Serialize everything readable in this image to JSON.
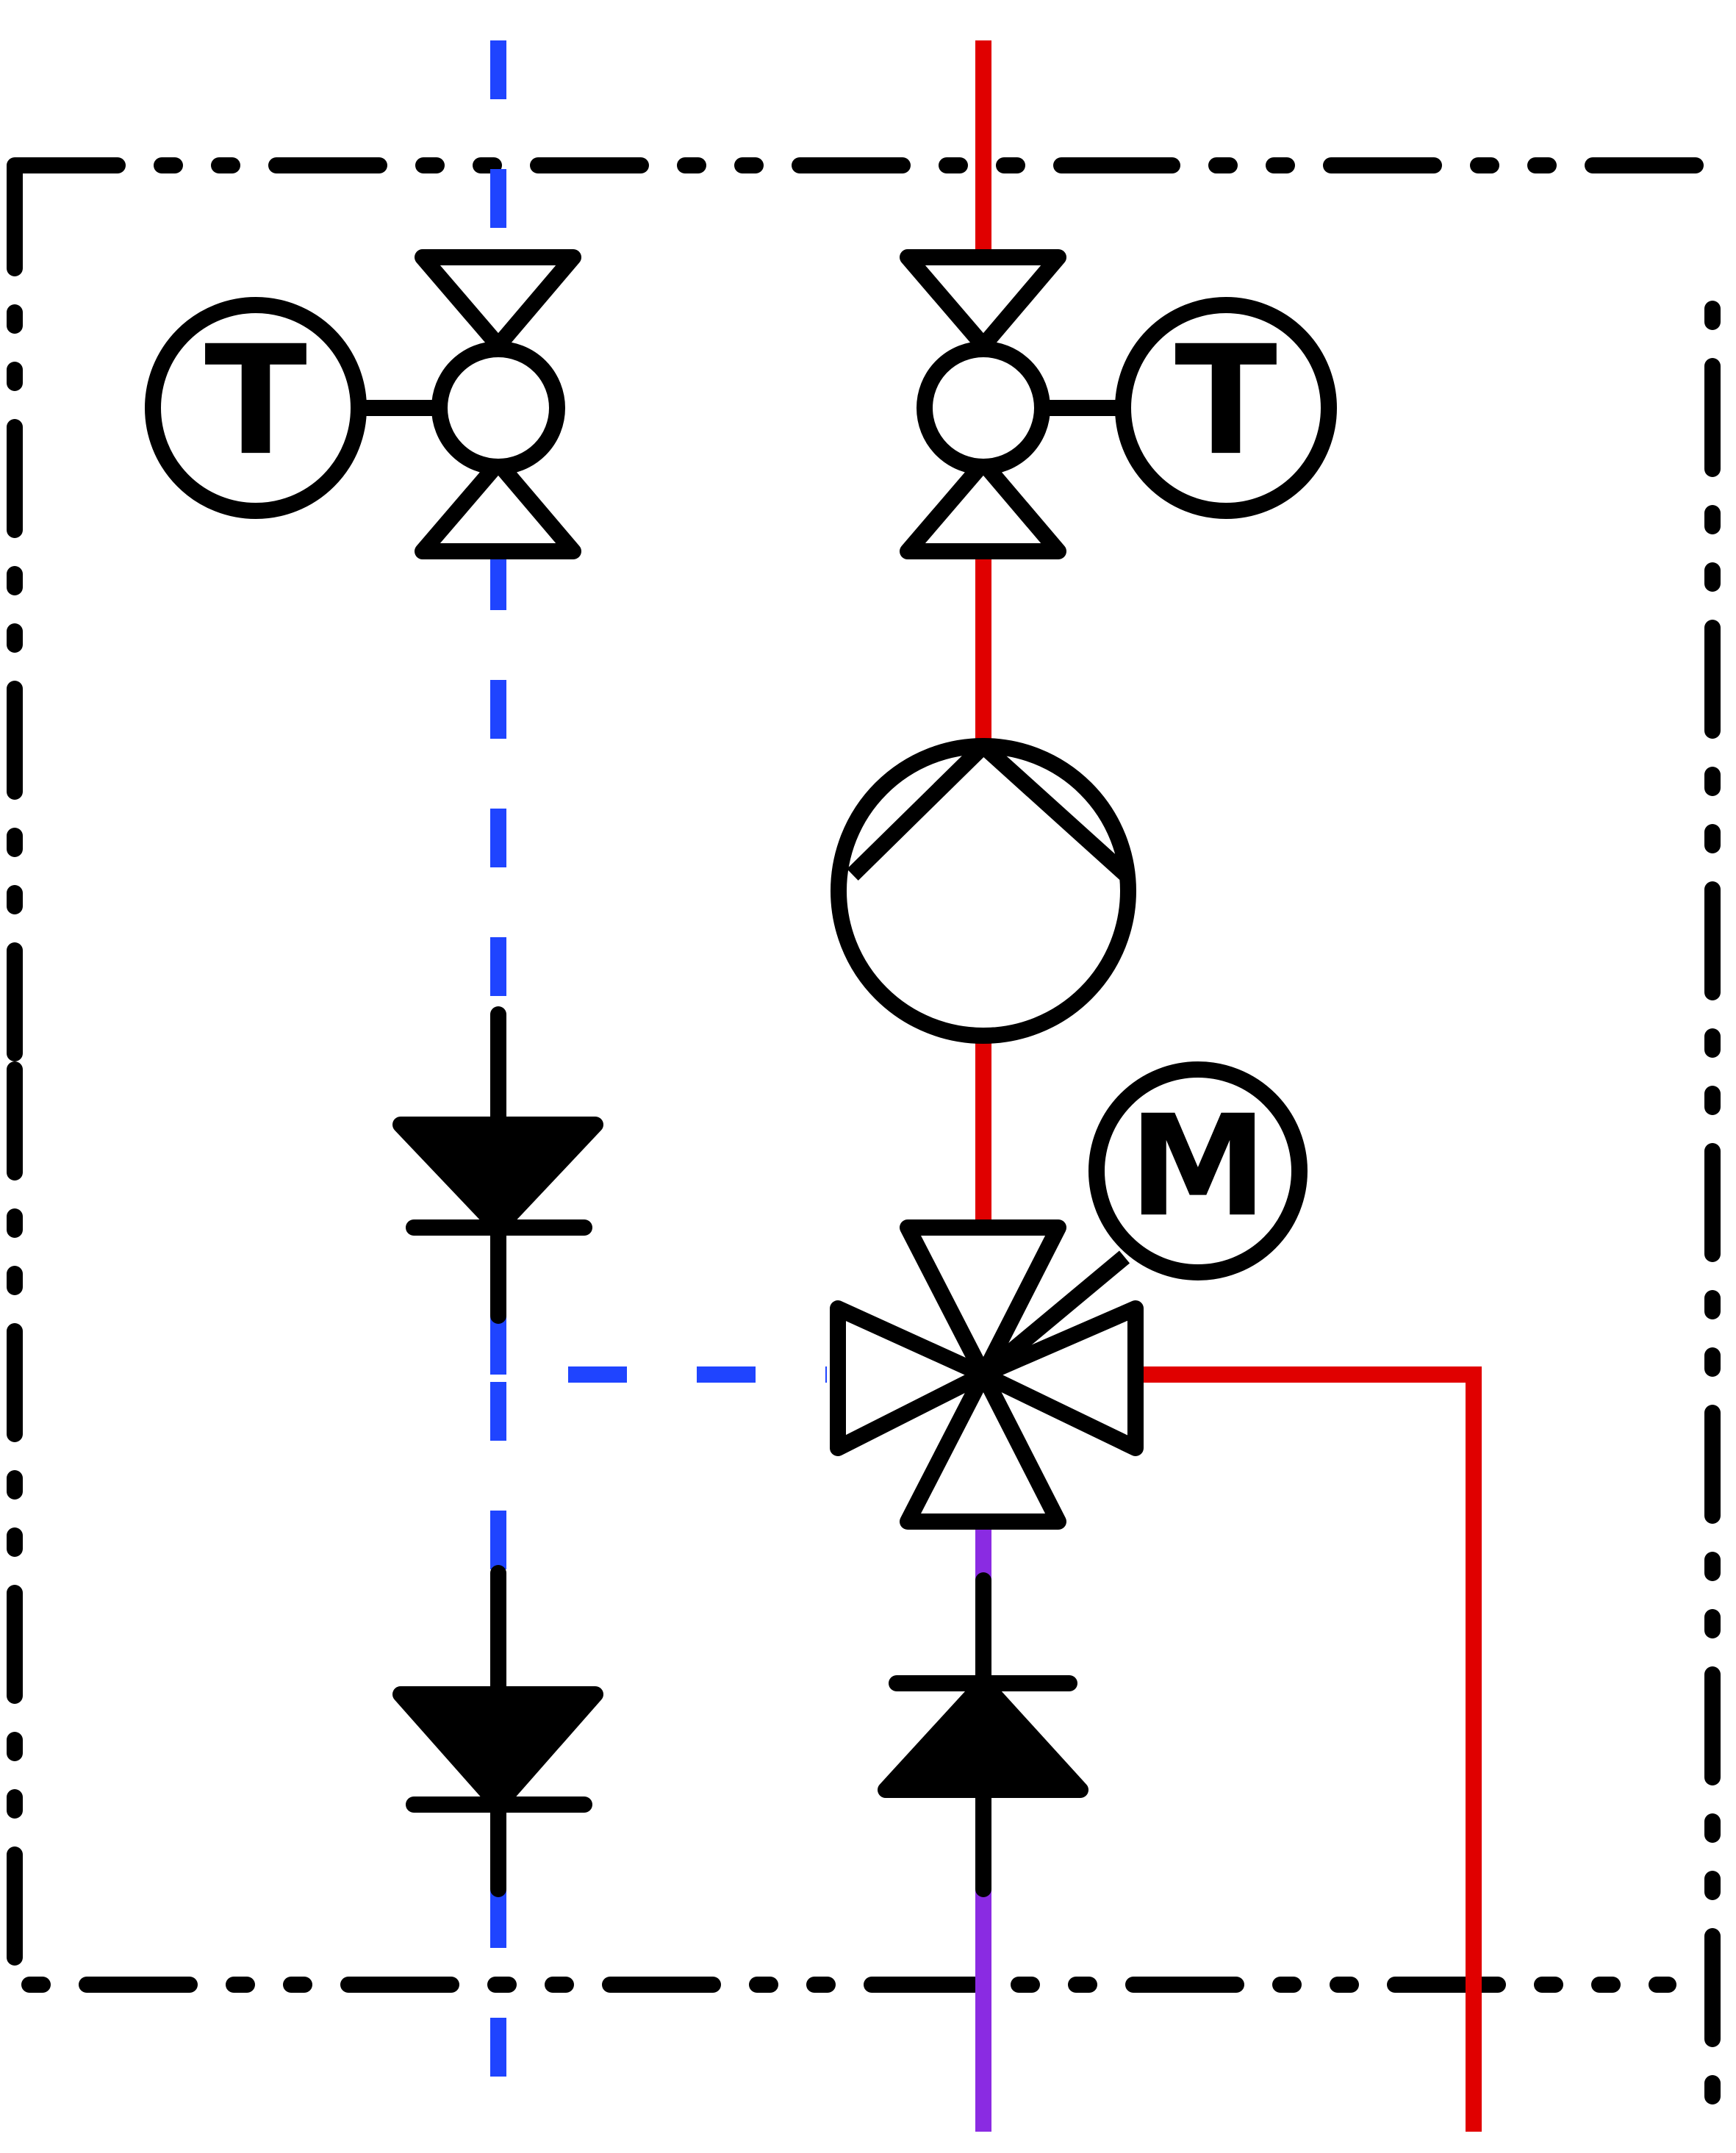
{
  "diagram": {
    "colors": {
      "outline": "#000000",
      "supply_line": "#e00000",
      "return_line": "#1f44ff",
      "mixed_line": "#8a2be2",
      "background": "#ffffff"
    },
    "labels": {
      "left_thermometer": "T",
      "right_thermometer": "T",
      "motor": "M"
    },
    "components": [
      {
        "name": "ball-valve",
        "count": 2
      },
      {
        "name": "thermometer",
        "count": 2
      },
      {
        "name": "circulation-pump",
        "count": 1
      },
      {
        "name": "three-way-mixing-valve",
        "count": 1
      },
      {
        "name": "motor-actuator",
        "count": 1
      },
      {
        "name": "check-valve",
        "count": 3
      }
    ]
  }
}
